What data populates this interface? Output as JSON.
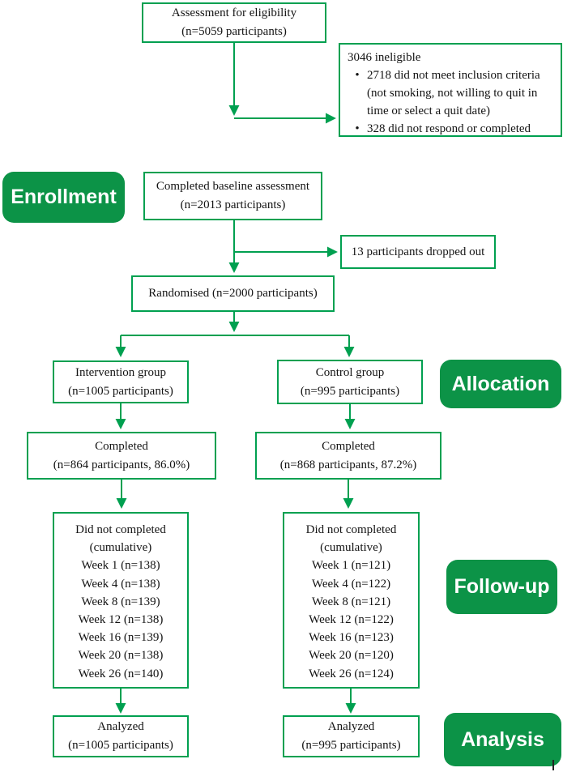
{
  "colors": {
    "line_green": "#00a050",
    "label_green": "#0c9347",
    "label_text": "#ffffff",
    "box_text": "#141414"
  },
  "bullet_char": "•",
  "labels": {
    "enrollment": "Enrollment",
    "allocation": "Allocation",
    "followup": "Follow-up",
    "analysis": "Analysis"
  },
  "boxes": {
    "eligibility": {
      "lines": [
        "Assessment for eligibility",
        "(n=5059 participants)"
      ]
    },
    "ineligible": {
      "title": "3046 ineligible",
      "bullets": [
        "2718 did not meet inclusion criteria (not smoking, not willing to quit in time or select a quit date)",
        "328 did not respond or completed"
      ]
    },
    "baseline": {
      "lines": [
        "Completed baseline assessment",
        "(n=2013 participants)"
      ]
    },
    "dropped_out": {
      "text": "13 participants dropped out"
    },
    "randomised": {
      "text": "Randomised (n=2000 participants)"
    },
    "intervention": {
      "lines": [
        "Intervention group",
        "(n=1005 participants)"
      ]
    },
    "control": {
      "lines": [
        "Control group",
        "(n=995 participants)"
      ]
    },
    "completed_intervention": {
      "lines": [
        "Completed",
        "(n=864 participants, 86.0%)"
      ]
    },
    "completed_control": {
      "lines": [
        "Completed",
        "(n=868 participants, 87.2%)"
      ]
    },
    "dropout_intervention": {
      "lines": [
        "Did not completed",
        "(cumulative)",
        "Week 1 (n=138)",
        "Week 4 (n=138)",
        "Week 8 (n=139)",
        "Week 12 (n=138)",
        "Week 16 (n=139)",
        "Week 20 (n=138)",
        "Week 26 (n=140)"
      ]
    },
    "dropout_control": {
      "lines": [
        "Did not completed",
        "(cumulative)",
        "Week 1 (n=121)",
        "Week 4 (n=122)",
        "Week 8 (n=121)",
        "Week 12 (n=122)",
        "Week 16 (n=123)",
        "Week 20 (n=120)",
        "Week 26 (n=124)"
      ]
    },
    "analyzed_intervention": {
      "lines": [
        "Analyzed",
        "(n=1005 participants)"
      ]
    },
    "analyzed_control": {
      "lines": [
        "Analyzed",
        "(n=995 participants)"
      ]
    }
  }
}
